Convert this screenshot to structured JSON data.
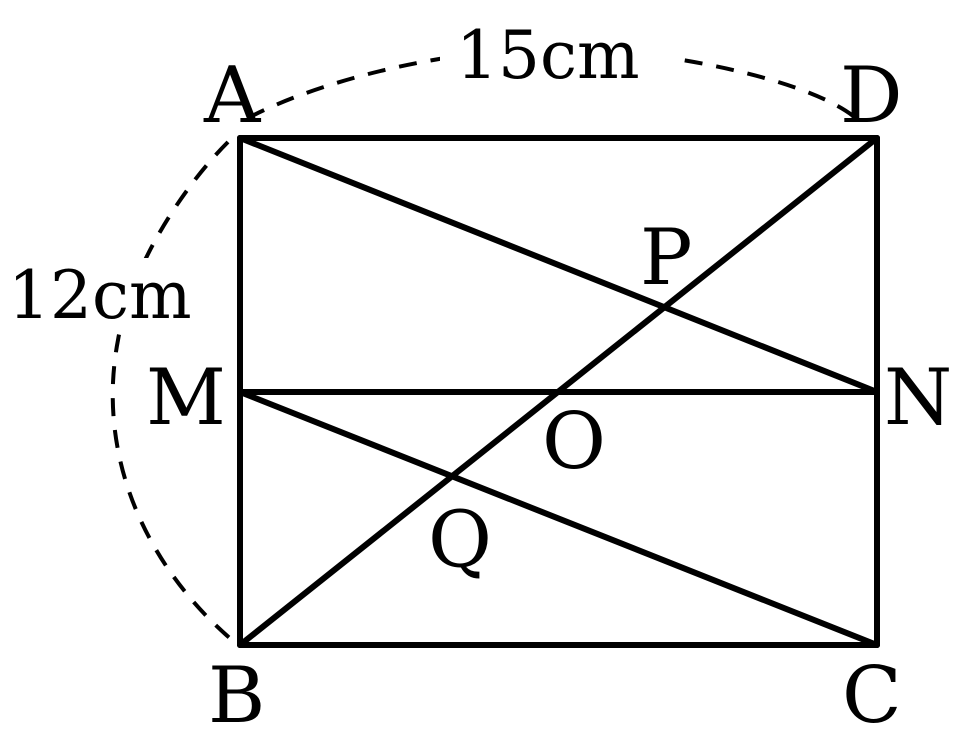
{
  "points": {
    "A": "A",
    "B": "B",
    "C": "C",
    "D": "D",
    "M": "M",
    "N": "N",
    "O": "O",
    "P": "P",
    "Q": "Q"
  },
  "dimensions": {
    "top": "15cm",
    "left": "12cm"
  },
  "colors": {
    "stroke": "#000000",
    "background": "#ffffff"
  }
}
